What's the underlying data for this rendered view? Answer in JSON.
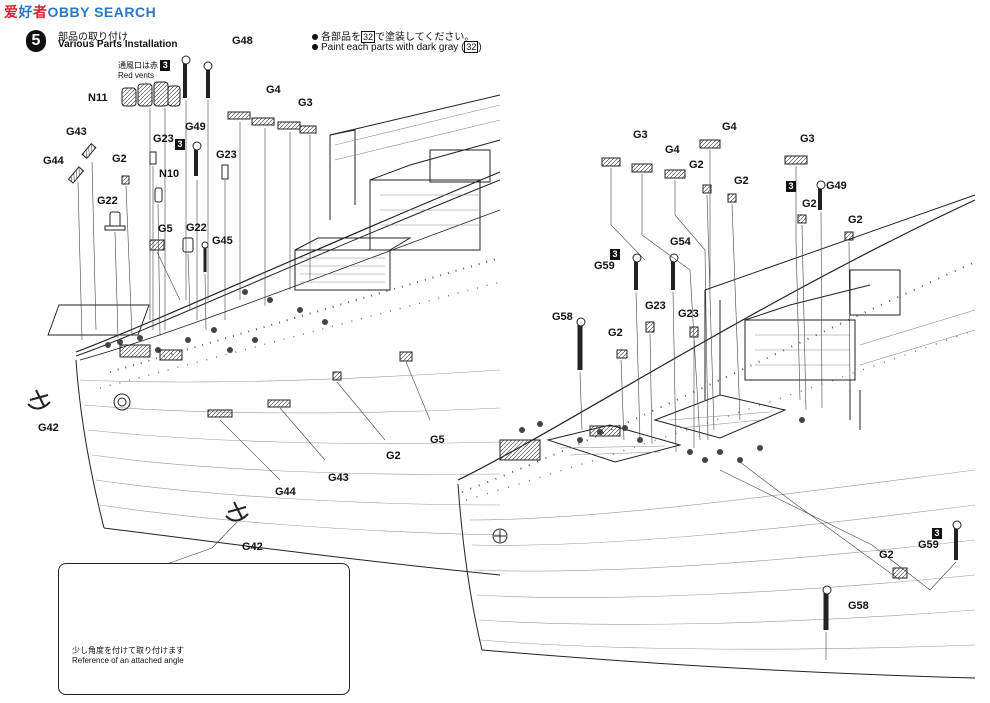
{
  "watermark": {
    "part1": "爱",
    "part2": "好",
    "part3": "者",
    "rest": "OBBY SEARCH"
  },
  "step": {
    "number": "5",
    "title_jp": "部品の取り付け",
    "title_en": "Various Parts Installation"
  },
  "notes": {
    "line1_pre": "各部品を",
    "line1_code": "32",
    "line1_post": "で塗装してください。",
    "line2_pre": "Paint each parts with dark gray (",
    "line2_code": "32",
    "line2_post": ")"
  },
  "vent_note": {
    "code": "3",
    "jp": "通風口は赤",
    "en": "Red vents"
  },
  "inset": {
    "jp": "少し角度を付けて取り付けます",
    "en": "Reference of an attached angle"
  },
  "labels_left": {
    "g48": "G48",
    "n11": "N11",
    "g4": "G4",
    "g3": "G3",
    "g43_top": "G43",
    "g44_top": "G44",
    "g23_a": "G23",
    "g49": "G49",
    "g23_b": "G23",
    "g2_a": "G2",
    "n10": "N10",
    "g22_a": "G22",
    "g22_b": "G22",
    "g5_a": "G5",
    "g45": "G45",
    "g42_left": "G42",
    "g2_b": "G2",
    "g5_b": "G5",
    "g44_bottom": "G44",
    "g43_bottom": "G43",
    "g42_bottom": "G42",
    "badge_g49": "3"
  },
  "labels_right": {
    "g3_a": "G3",
    "g4_a": "G4",
    "g4_b": "G4",
    "g2_a": "G2",
    "g2_b": "G2",
    "g3_b": "G3",
    "g49": "G49",
    "g2_c": "G2",
    "g2_d": "G2",
    "g54": "G54",
    "g59_a": "G59",
    "g23_a": "G23",
    "g58_a": "G58",
    "g23_b": "G23",
    "g2_e": "G2",
    "g59_b": "G59",
    "g2_f": "G2",
    "g58_b": "G58",
    "badge_g49": "3",
    "badge_g59_a": "3",
    "badge_g59_b": "3"
  }
}
